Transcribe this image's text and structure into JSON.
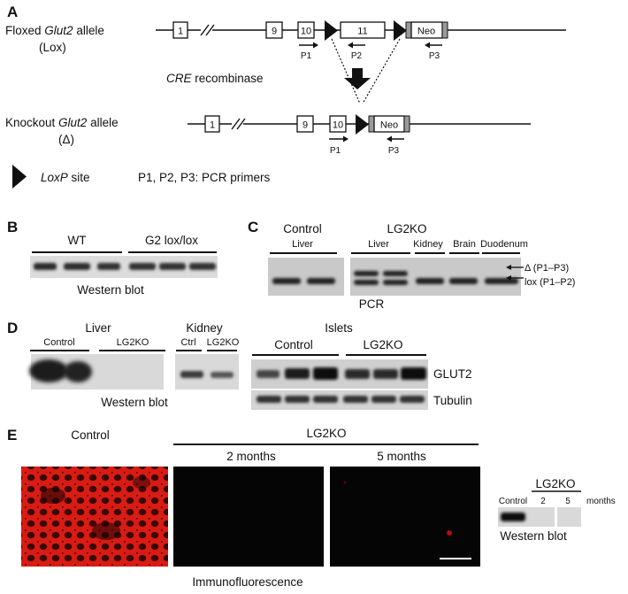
{
  "panelA": {
    "label": "A",
    "floxed_pre": "Floxed ",
    "gene": "Glut2",
    "floxed_post": " allele",
    "floxed_sub": "(Lox)",
    "cre_italic": "CRE",
    "cre_rest": " recombinase",
    "ko_pre": "Knockout ",
    "ko_post": " allele",
    "ko_sub": "(Δ)",
    "exons_top": [
      "1",
      "9",
      "10",
      "11"
    ],
    "neo": "Neo",
    "exons_bottom": [
      "1",
      "9",
      "10"
    ],
    "primers_top": [
      "P1",
      "P2",
      "P3"
    ],
    "primers_bottom": [
      "P1",
      "P3"
    ],
    "legend_loxp": "LoxP",
    "legend_loxp_rest": " site",
    "legend_primers": "P1, P2, P3: PCR primers"
  },
  "panelB": {
    "label": "B",
    "groups": [
      "WT",
      "G2 lox/lox"
    ],
    "caption": "Western blot"
  },
  "panelC": {
    "label": "C",
    "group_control": "Control",
    "group_ko": "LG2KO",
    "tissues_control": [
      "Liver"
    ],
    "tissues_ko": [
      "Liver",
      "Kidney",
      "Brain",
      "Duodenum"
    ],
    "band_delta": "Δ (P1–P3)",
    "band_lox": "lox (P1–P2)",
    "caption": "PCR"
  },
  "panelD": {
    "label": "D",
    "liver_title": "Liver",
    "liver_groups": [
      "Control",
      "LG2KO"
    ],
    "kidney_title": "Kidney",
    "kidney_groups": [
      "Ctrl",
      "LG2KO"
    ],
    "islets_title": "Islets",
    "islets_groups": [
      "Control",
      "LG2KO"
    ],
    "band_glut2": "GLUT2",
    "band_tubulin": "Tubulin",
    "caption": "Western blot"
  },
  "panelE": {
    "label": "E",
    "control_title": "Control",
    "ko_title": "LG2KO",
    "ko_times": [
      "2 months",
      "5 months"
    ],
    "caption": "Immunofluorescence",
    "blot_group": "LG2KO",
    "blot_lanes": [
      "Control",
      "2",
      "5"
    ],
    "blot_unit": "months",
    "blot_caption": "Western blot"
  },
  "colors": {
    "fluor_red": "#e8201a",
    "blot_dark": "#222222",
    "gel_bg": "#c9c9c9"
  }
}
